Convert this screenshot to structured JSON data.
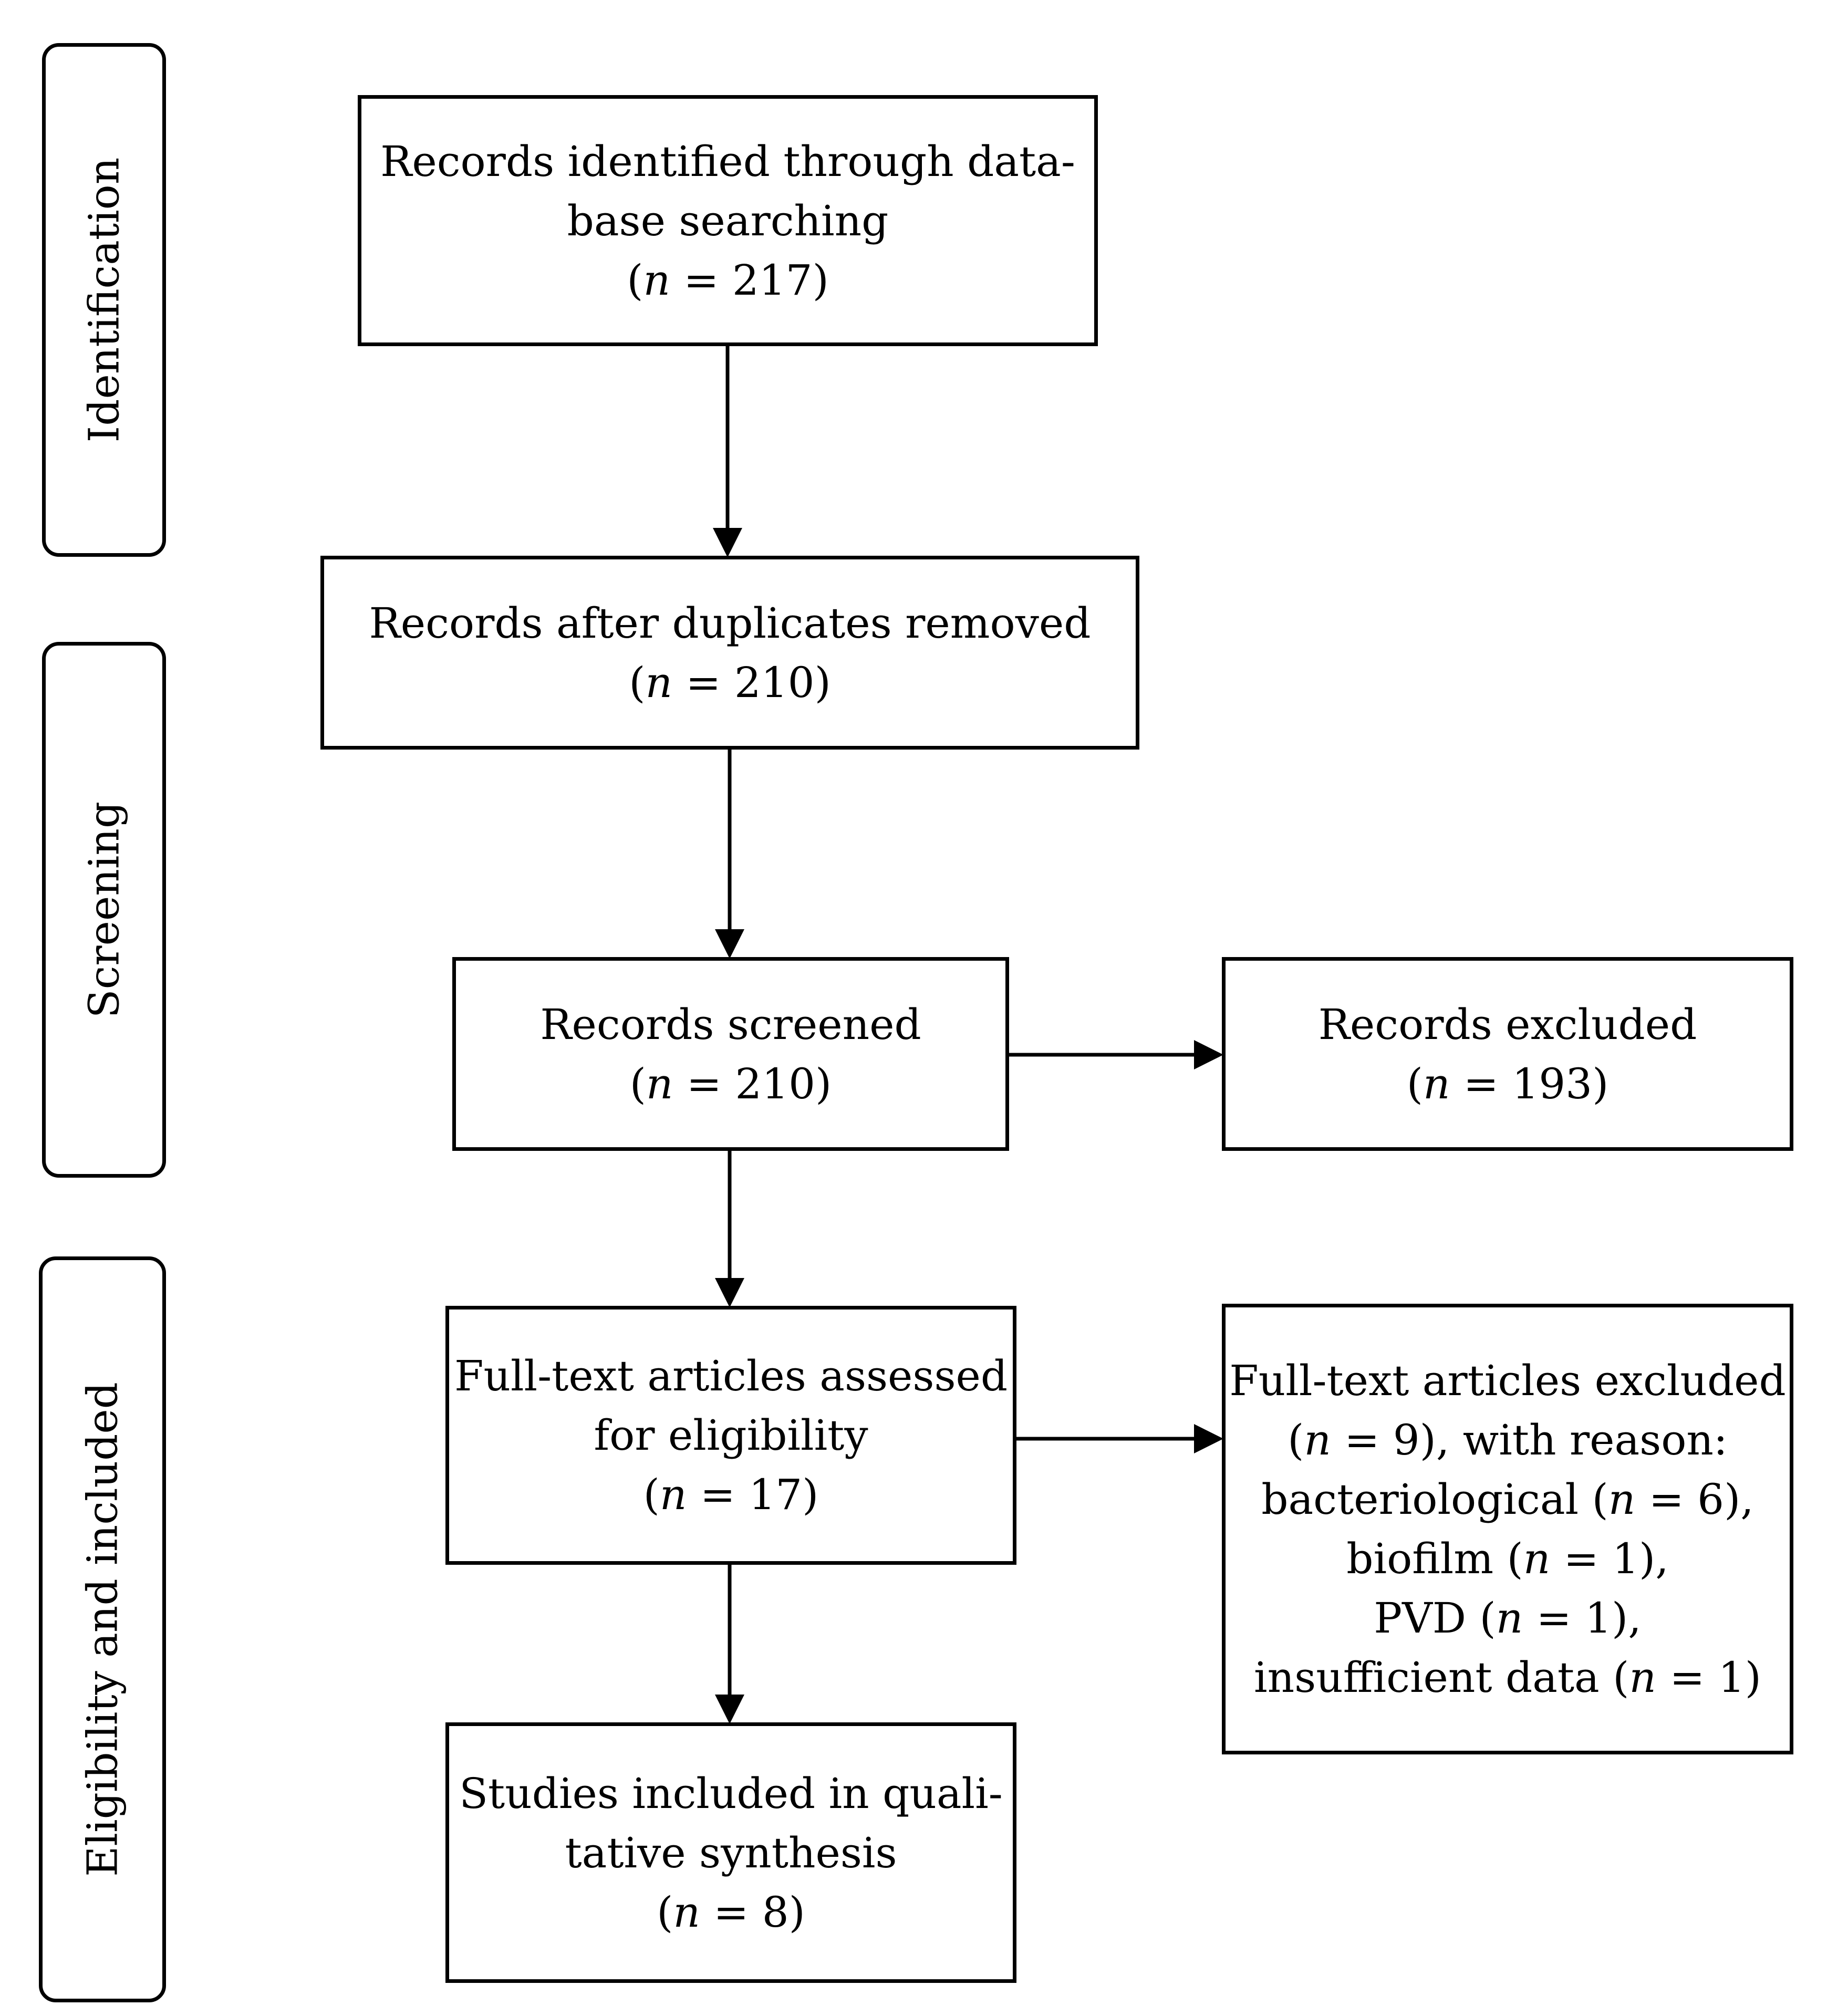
{
  "stages": {
    "identification": "Identification",
    "screening": "Screening",
    "eligibility": "Eligibility and included"
  },
  "boxes": {
    "identified": {
      "lines": [
        "Records identified through data-",
        "base searching"
      ],
      "count": "217"
    },
    "after_duplicates": {
      "lines": [
        "Records after duplicates removed"
      ],
      "count": "210"
    },
    "screened": {
      "lines": [
        "Records screened"
      ],
      "count": "210"
    },
    "excluded": {
      "lines": [
        "Records excluded"
      ],
      "count": "193"
    },
    "fulltext_assessed": {
      "lines": [
        "Full-text articles assessed",
        "for eligibility"
      ],
      "count": "17"
    },
    "fulltext_excluded": {
      "line1": "Full-text articles excluded",
      "count_main": "9",
      "with_reason": "), with reason:",
      "reasons": [
        {
          "label": "bacteriological",
          "count": "6",
          "suffix": "),"
        },
        {
          "label": "biofilm",
          "count": "1",
          "suffix": "),"
        },
        {
          "label": "PVD",
          "count": "1",
          "suffix": "),"
        },
        {
          "label": "insufficient data",
          "count": "1",
          "suffix": ")"
        }
      ]
    },
    "included": {
      "lines": [
        "Studies included in quali-",
        "tative synthesis"
      ],
      "count": "8"
    }
  },
  "count_symbol": "n",
  "count_prefix": "(",
  "count_equals": " = ",
  "count_suffix": ")"
}
